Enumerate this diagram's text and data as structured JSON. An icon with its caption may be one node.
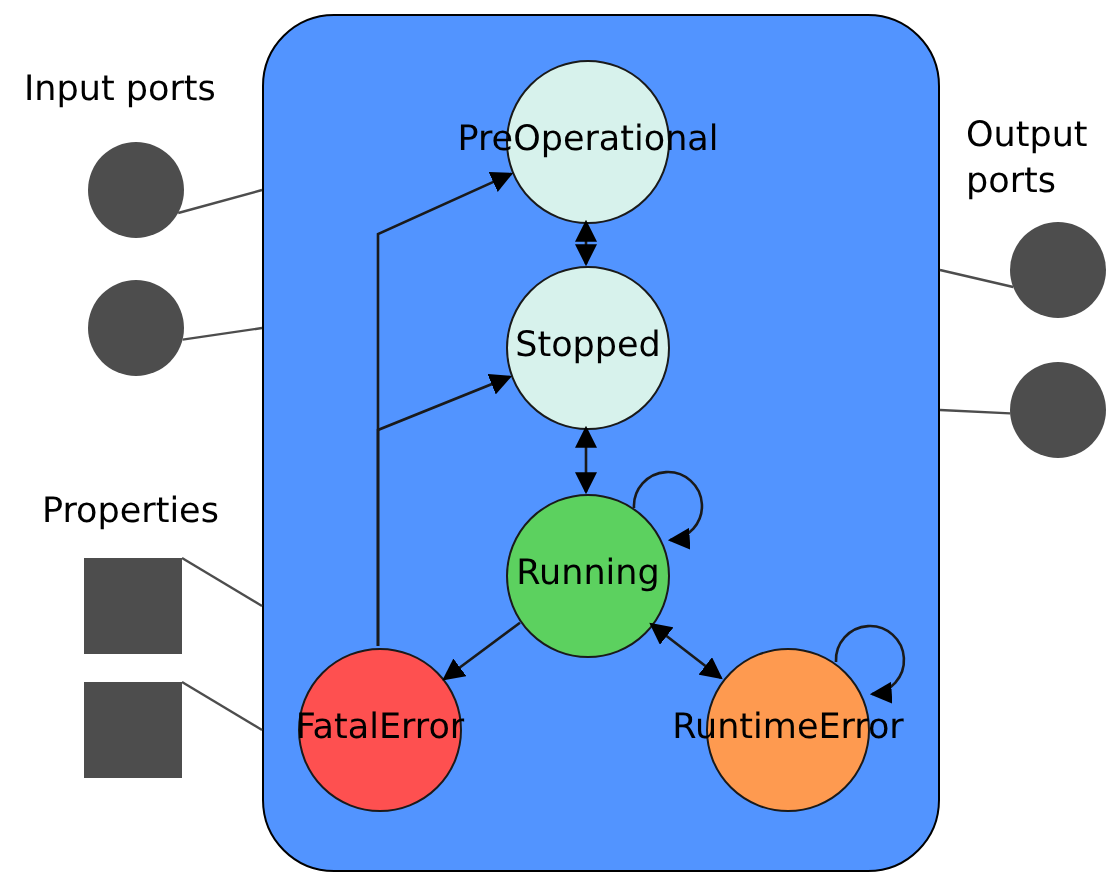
{
  "diagram": {
    "nodes": [
      {
        "text": [],
        "shape": "box"
      },
      {
        "text": [
          "PreOperational"
        ],
        "in": 0
      },
      {
        "text": [
          "Stopped"
        ],
        "in": 0
      },
      {
        "text": [
          "Running"
        ],
        "in": 0
      },
      {
        "text": [
          "FatalError"
        ],
        "in": 0
      },
      {
        "text": [
          "RuntimeError"
        ],
        "in": 0
      },
      {
        "text": [],
        "shape": "circle"
      },
      {
        "text": [],
        "shape": "circle"
      },
      {
        "text": [],
        "shape": "circle"
      },
      {
        "text": [],
        "shape": "circle"
      },
      {
        "text": [],
        "shape": "box"
      },
      {
        "text": [],
        "shape": "box"
      }
    ],
    "edges": [
      {
        "from": 6,
        "to": 0,
        "arrow": "none"
      },
      {
        "from": 7,
        "to": 0,
        "arrow": "none"
      },
      {
        "from": 8,
        "to": 0,
        "arrow": "none"
      },
      {
        "from": 9,
        "to": 0,
        "arrow": "none"
      },
      {
        "from": 10,
        "to": 0,
        "arrow": "none"
      },
      {
        "from": 11,
        "to": 0,
        "arrow": "none"
      },
      {
        "from": 1,
        "to": 2,
        "arrow": "both"
      },
      {
        "from": 2,
        "to": 3,
        "arrow": "both"
      },
      {
        "from": 3,
        "to": 3,
        "arrow": "to"
      },
      {
        "from": 3,
        "to": 4,
        "arrow": "to"
      },
      {
        "from": 3,
        "to": 5,
        "arrow": "both"
      },
      {
        "from": 5,
        "to": 5,
        "arrow": "to"
      },
      {
        "from": 4,
        "to": 1,
        "arrow": "to"
      },
      {
        "from": 4,
        "to": 2,
        "arrow": "to"
      }
    ],
    "labels": [
      "Input ports",
      "Output ports",
      "Properties"
    ]
  }
}
